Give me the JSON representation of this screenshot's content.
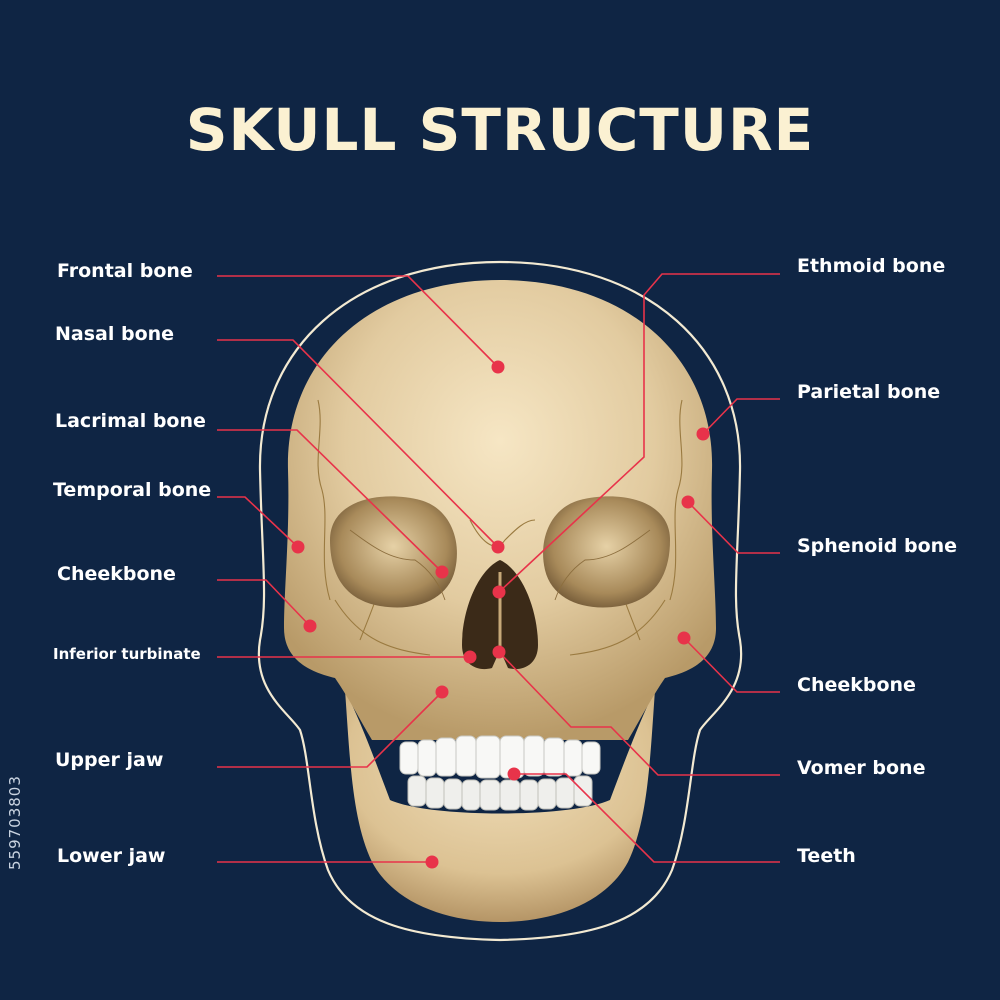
{
  "title": "SKULL STRUCTURE",
  "side_id": "559703803",
  "colors": {
    "background": "#0f2544",
    "title": "#fbf1d2",
    "leader": "#e8334a",
    "bone": "#e2cba0"
  },
  "labels_left": [
    {
      "key": "frontal",
      "text": "Frontal bone"
    },
    {
      "key": "nasal",
      "text": "Nasal bone"
    },
    {
      "key": "lacrimal",
      "text": "Lacrimal bone"
    },
    {
      "key": "temporal",
      "text": "Temporal bone"
    },
    {
      "key": "cheek_l",
      "text": "Cheekbone"
    },
    {
      "key": "turbinate",
      "text": "Inferior turbinate"
    },
    {
      "key": "upper_jaw",
      "text": "Upper jaw"
    },
    {
      "key": "lower_jaw",
      "text": "Lower jaw"
    }
  ],
  "labels_right": [
    {
      "key": "ethmoid",
      "text": "Ethmoid bone"
    },
    {
      "key": "parietal",
      "text": "Parietal bone"
    },
    {
      "key": "sphenoid",
      "text": "Sphenoid bone"
    },
    {
      "key": "cheek_r",
      "text": "Cheekbone"
    },
    {
      "key": "vomer",
      "text": "Vomer bone"
    },
    {
      "key": "teeth",
      "text": "Teeth"
    }
  ]
}
